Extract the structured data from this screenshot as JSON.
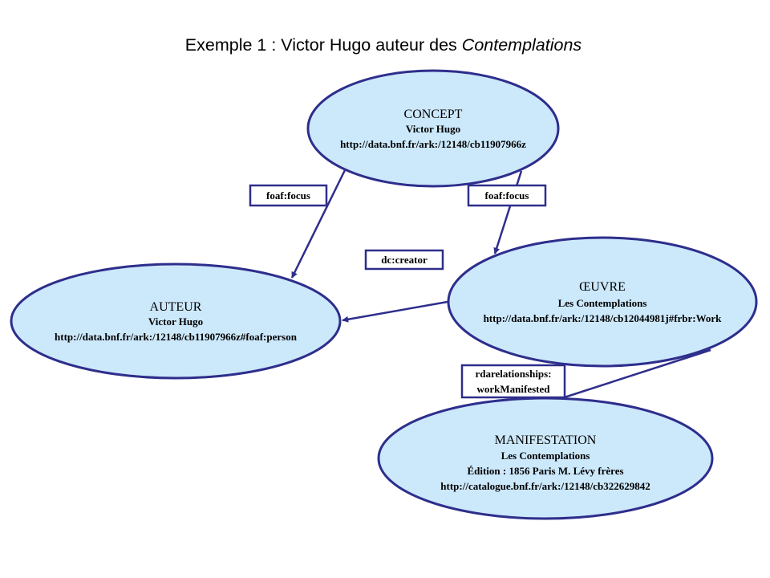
{
  "title": {
    "prefix": "Exemple 1 : Victor Hugo auteur des ",
    "italic": "Contemplations"
  },
  "colors": {
    "node_fill": "#cce8fb",
    "stroke": "#2e2e8c",
    "background": "#ffffff"
  },
  "nodes": [
    {
      "id": "concept",
      "heading": "CONCEPT",
      "lines": [
        "Victor Hugo",
        "http://data.bnf.fr/ark:/12148/cb11907966z"
      ]
    },
    {
      "id": "auteur",
      "heading": "AUTEUR",
      "lines": [
        "Victor Hugo",
        "http://data.bnf.fr/ark:/12148/cb11907966z#foaf:person"
      ]
    },
    {
      "id": "oeuvre",
      "heading": "ŒUVRE",
      "lines": [
        "Les Contemplations",
        "http://data.bnf.fr/ark:/12148/cb12044981j#frbr:Work"
      ]
    },
    {
      "id": "manifestation",
      "heading": "MANIFESTATION",
      "lines": [
        "Les Contemplations",
        "Édition : 1856 Paris M. Lévy frères",
        "http://catalogue.bnf.fr/ark:/12148/cb322629842"
      ]
    }
  ],
  "edges": [
    {
      "from": "concept",
      "to": "auteur",
      "label": [
        "foaf:focus"
      ]
    },
    {
      "from": "concept",
      "to": "oeuvre",
      "label": [
        "foaf:focus"
      ]
    },
    {
      "from": "oeuvre",
      "to": "auteur",
      "label": [
        "dc:creator"
      ]
    },
    {
      "from": "oeuvre",
      "to": "manifestation",
      "label": [
        "rdarelationships:",
        "workManifested"
      ]
    }
  ]
}
